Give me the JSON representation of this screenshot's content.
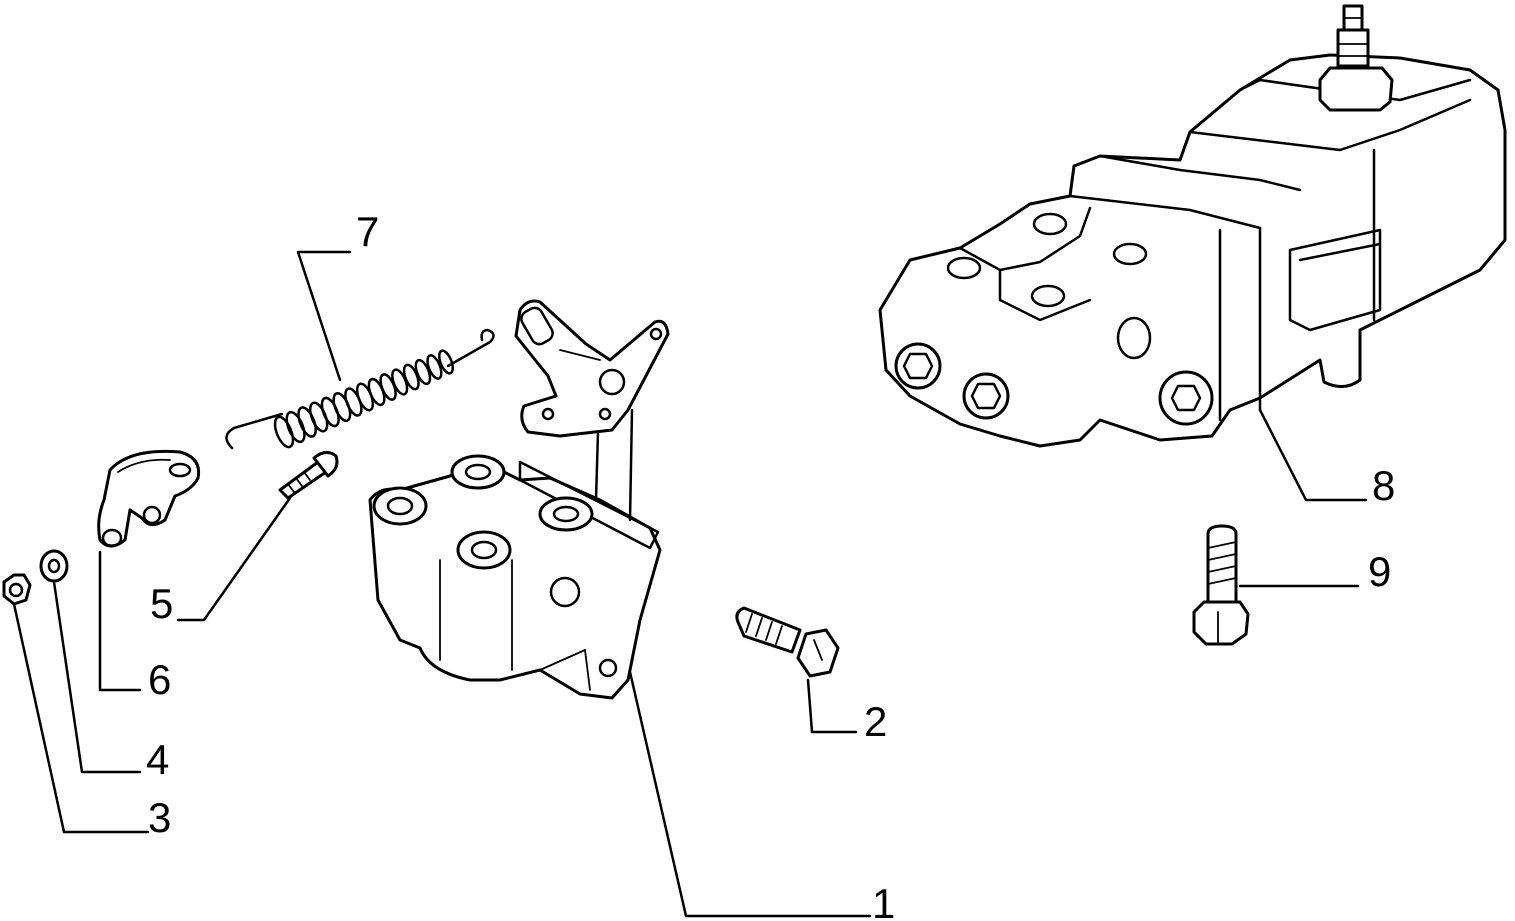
{
  "callouts": [
    {
      "id": "1",
      "text": "1"
    },
    {
      "id": "2",
      "text": "2"
    },
    {
      "id": "3",
      "text": "3"
    },
    {
      "id": "4",
      "text": "4"
    },
    {
      "id": "5",
      "text": "5"
    },
    {
      "id": "6",
      "text": "6"
    },
    {
      "id": "7",
      "text": "7"
    },
    {
      "id": "8",
      "text": "8"
    },
    {
      "id": "9",
      "text": "9"
    }
  ],
  "colors": {
    "line": "#000000",
    "background": "#ffffff"
  }
}
